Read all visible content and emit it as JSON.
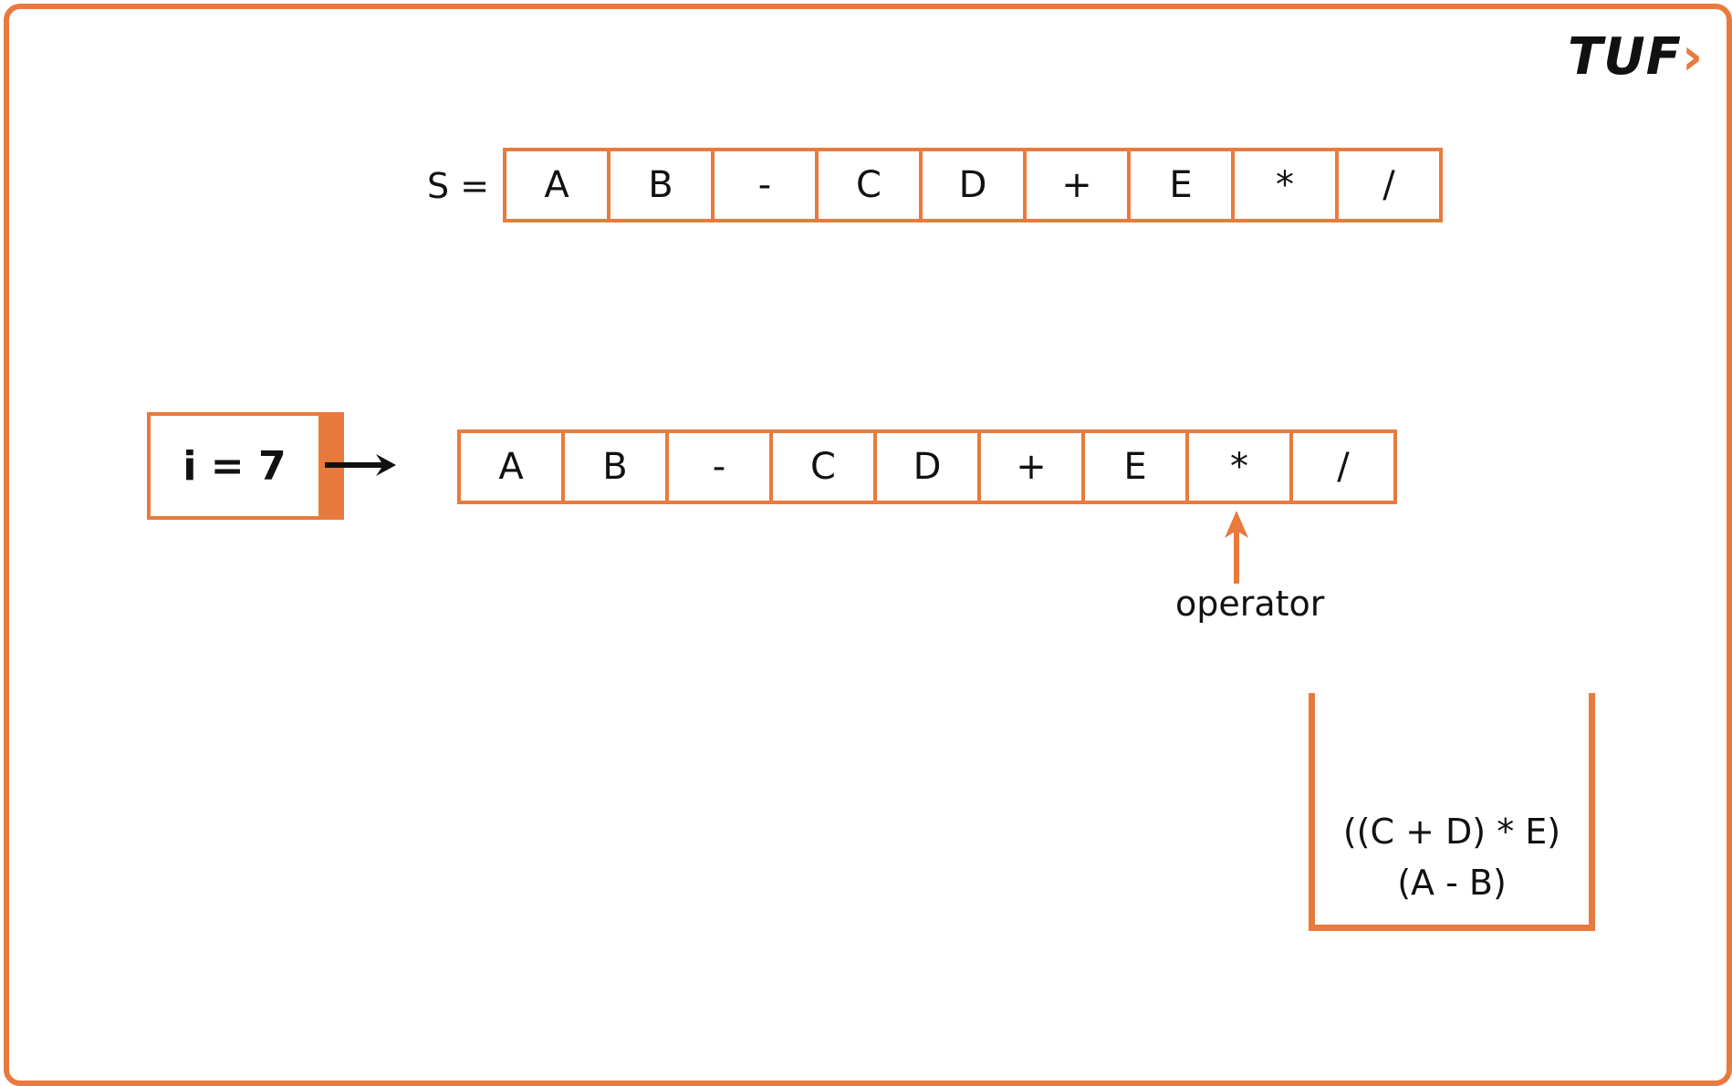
{
  "logo": {
    "text": "TUF",
    "chevron": "›",
    "brand_color": "#E87A3E"
  },
  "string_label": "S =",
  "string_chars": [
    "A",
    "B",
    "-",
    "C",
    "D",
    "+",
    "E",
    "*",
    "/"
  ],
  "index_label": "i = 7",
  "pointer_label": "operator",
  "stack": [
    "((C + D) * E)",
    "(A - B)"
  ],
  "colors": {
    "accent": "#E87A3E",
    "text": "#111111"
  }
}
